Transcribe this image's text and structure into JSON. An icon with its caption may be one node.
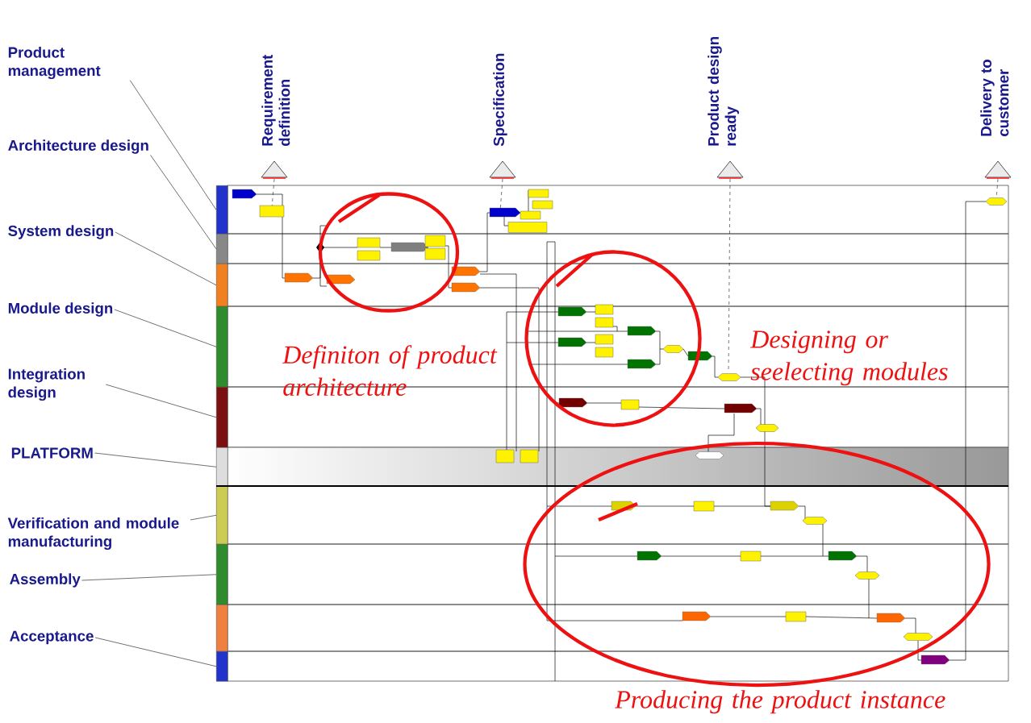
{
  "diagram": {
    "nodes": [
      {
        "text": [
          "Product management"
        ]
      },
      {
        "text": [
          "Architecture design"
        ]
      },
      {
        "text": [
          "System design"
        ]
      },
      {
        "text": [
          "Module design"
        ]
      },
      {
        "text": [
          "Integration design"
        ]
      },
      {
        "text": [
          "PLATFORM"
        ]
      },
      {
        "text": [
          "Verification and module manufacturing"
        ]
      },
      {
        "text": [
          "Assembly"
        ]
      },
      {
        "text": [
          "Acceptance"
        ]
      },
      {
        "text": [],
        "shape": "bar"
      },
      {
        "text": [],
        "shape": "bar"
      },
      {
        "text": [],
        "shape": "bar"
      },
      {
        "text": [],
        "shape": "bar"
      },
      {
        "text": [],
        "shape": "bar"
      },
      {
        "text": [],
        "shape": "bar"
      },
      {
        "text": [],
        "shape": "bar"
      },
      {
        "text": [],
        "shape": "bar"
      },
      {
        "text": [],
        "shape": "bar"
      },
      {
        "text": [],
        "shape": "bar"
      },
      {
        "text": [
          "Requirement definition"
        ]
      },
      {
        "text": [
          "Specification"
        ]
      },
      {
        "text": [
          "Product design ready"
        ]
      },
      {
        "text": [
          "Delivery to customer"
        ]
      },
      {
        "text": [],
        "shape": "circle",
        "beside": [
          "Definiton of product architecture"
        ]
      },
      {
        "text": [],
        "shape": "circle",
        "beside": [
          "Designing or seelecting modules"
        ]
      },
      {
        "text": [],
        "shape": "circle",
        "beside": [
          "Producing the product instance"
        ]
      }
    ],
    "edges": [
      {
        "from": 0,
        "to": 9,
        "arrow": "none"
      },
      {
        "from": 1,
        "to": 10,
        "arrow": "none"
      },
      {
        "from": 2,
        "to": 11,
        "arrow": "none"
      },
      {
        "from": 3,
        "to": 12,
        "arrow": "none"
      },
      {
        "from": 4,
        "to": 13,
        "arrow": "none"
      },
      {
        "from": 5,
        "to": 14,
        "arrow": "none"
      },
      {
        "from": 6,
        "to": 15,
        "arrow": "none"
      },
      {
        "from": 7,
        "to": 16,
        "arrow": "none"
      },
      {
        "from": 8,
        "to": 18,
        "arrow": "none"
      }
    ]
  }
}
